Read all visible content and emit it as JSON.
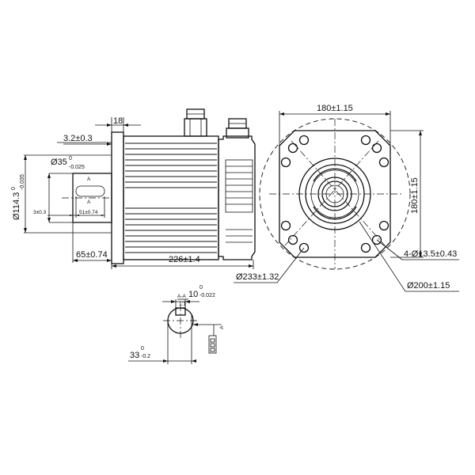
{
  "dimensions": {
    "flange_thickness": "18",
    "flange_offset": "3.2±0.3",
    "shaft_dia_main": "Ø35",
    "shaft_dia_tol": "-0.025",
    "pilot_dia_main": "Ø114.3",
    "pilot_dia_tol_upper": "0",
    "pilot_dia_tol_lower": "-0.035",
    "key_offset": "3±0.3",
    "key_length": "51±0.74",
    "shaft_length": "65±0.74",
    "body_length": "226±1.4",
    "flange_width_h": "180±1.15",
    "flange_width_v": "180±1.15",
    "mount_holes": "4-Ø13.5±0.43",
    "outer_dia": "Ø233±1.32",
    "pcd": "Ø200±1.15",
    "key_width_main": "10",
    "key_width_tol_upper": "0",
    "key_width_tol_lower": "-0.022",
    "key_height_main": "33",
    "key_height_tol_upper": "0",
    "key_height_tol_lower": "-0.2",
    "section_mark": "A-A",
    "section_scale": "1:1",
    "shaft_tol_zero": "0",
    "key_marker": "A",
    "datum_mark": "A"
  }
}
